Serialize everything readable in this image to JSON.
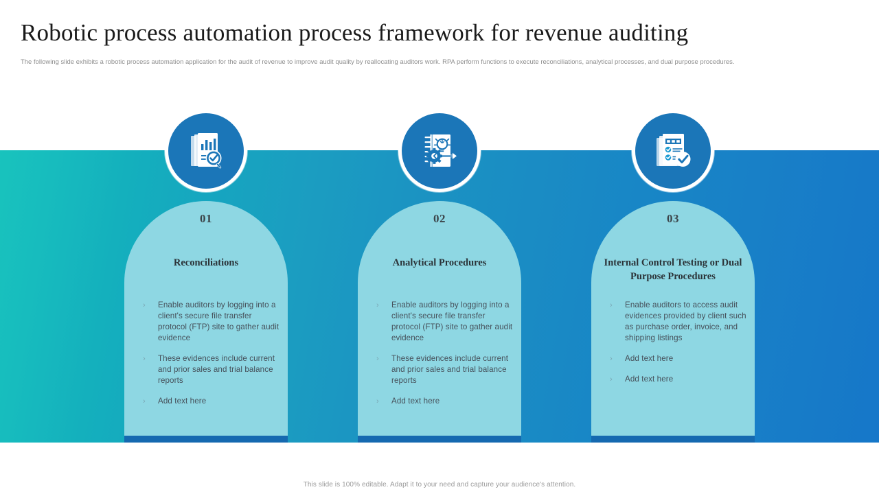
{
  "header": {
    "title": "Robotic process automation process framework for revenue auditing",
    "subtitle": "The following slide exhibits a robotic process automation application  for the audit of revenue to improve audit quality by reallocating auditors work. RPA perform functions to execute reconciliations, analytical processes, and dual purpose procedures."
  },
  "colors": {
    "band_start": "#18c3bd",
    "band_end": "#1677c9",
    "card_fill": "#8ed7e3",
    "card_bar": "#1569b0",
    "circle_fill": "#1b76b8",
    "circle_ring": "#ffffff",
    "heading_text": "#2b3338",
    "body_text": "#46505a",
    "subtitle_text": "#8d8d8d",
    "footer_text": "#9a9a9a"
  },
  "cards": [
    {
      "number": "01",
      "heading": "Reconciliations",
      "icon": "document-chart-search-icon",
      "bullet_marker": "›",
      "bullets": [
        "Enable auditors by logging into a client's secure file transfer protocol (FTP) site to gather audit evidence",
        "These evidences include current and prior sales and trial balance reports",
        "Add text here"
      ]
    },
    {
      "number": "02",
      "heading": "Analytical Procedures",
      "icon": "notebook-lightbulb-gear-icon",
      "bullet_marker": "›",
      "bullets": [
        "Enable auditors by logging into a client's secure file transfer protocol (FTP) site to gather audit evidence",
        "These evidences include current and prior sales and trial balance reports",
        "Add text here"
      ]
    },
    {
      "number": "03",
      "heading": "Internal Control Testing or Dual Purpose Procedures",
      "icon": "checklist-document-approved-icon",
      "bullet_marker": "›",
      "bullets": [
        "Enable auditors to access audit evidences  provided by client such as purchase order, invoice, and shipping listings",
        "Add text here",
        "Add text here"
      ]
    }
  ],
  "footer": {
    "note": "This slide is 100% editable. Adapt it to your need and capture your audience's attention."
  }
}
